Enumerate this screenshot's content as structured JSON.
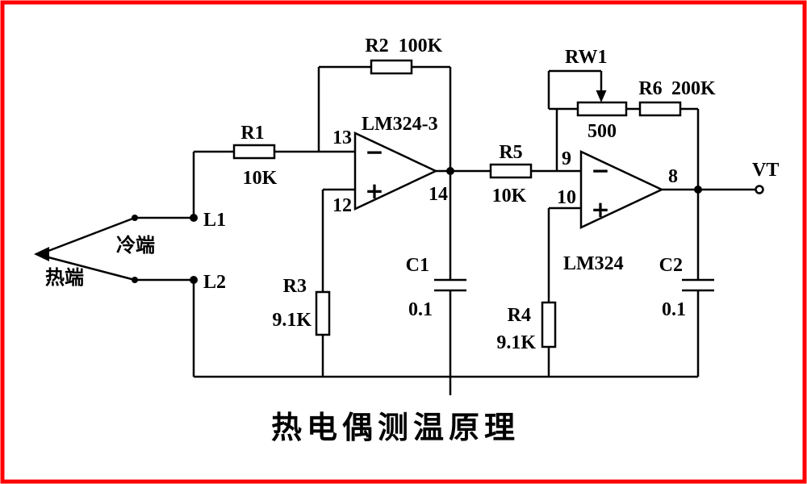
{
  "diagram": {
    "title": "热电偶测温原理",
    "thermocouple": {
      "hot_label": "热端",
      "cold_label": "冷端",
      "l1": "L1",
      "l2": "L2"
    },
    "opamp1": {
      "name": "LM324-3",
      "pin_inv": "13",
      "pin_noninv": "12",
      "pin_out": "14",
      "inv_sign": "−",
      "noninv_sign": "+"
    },
    "opamp2": {
      "name": "LM324",
      "pin_inv": "9",
      "pin_noninv": "10",
      "pin_out": "8",
      "inv_sign": "−",
      "noninv_sign": "+"
    },
    "resistors": {
      "r1": {
        "ref": "R1",
        "value": "10K"
      },
      "r2": {
        "ref": "R2",
        "value": "100K"
      },
      "r3": {
        "ref": "R3",
        "value": "9.1K"
      },
      "r4": {
        "ref": "R4",
        "value": "9.1K"
      },
      "r5": {
        "ref": "R5",
        "value": "10K"
      },
      "r6": {
        "ref": "R6",
        "value": "200K"
      }
    },
    "potentiometer": {
      "ref": "RW1",
      "value": "500"
    },
    "capacitors": {
      "c1": {
        "ref": "C1",
        "value": "0.1"
      },
      "c2": {
        "ref": "C2",
        "value": "0.1"
      }
    },
    "output_label": "VT",
    "colors": {
      "border": "#ff0000",
      "line": "#000000",
      "background": "#ffffff"
    }
  }
}
